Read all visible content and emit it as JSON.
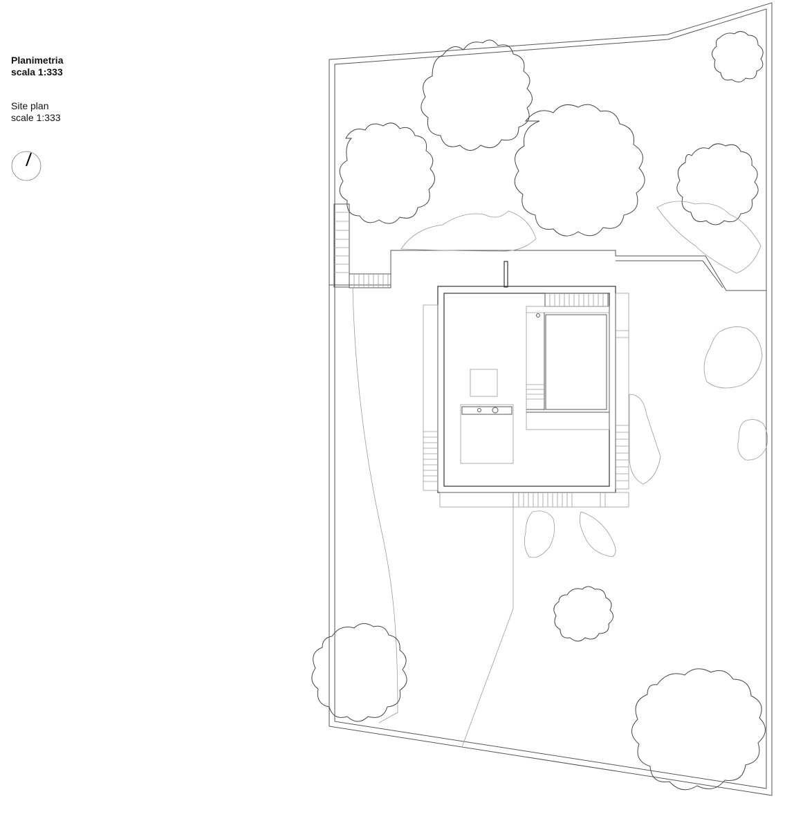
{
  "legend": {
    "title_it_line1": "Planimetria",
    "title_it_line2": "scala 1:333",
    "title_en_line1": "Site plan",
    "title_en_line2": "scale 1:333"
  },
  "north_arrow": {
    "icon": "north-arrow-icon",
    "rotation_deg": 20
  },
  "drawing": {
    "type": "architectural site plan",
    "line_color": "#555555",
    "background": "#ffffff",
    "elements": [
      "site-boundary",
      "house-footprint",
      "terrace",
      "stairs",
      "trees",
      "shrubs",
      "path"
    ]
  }
}
